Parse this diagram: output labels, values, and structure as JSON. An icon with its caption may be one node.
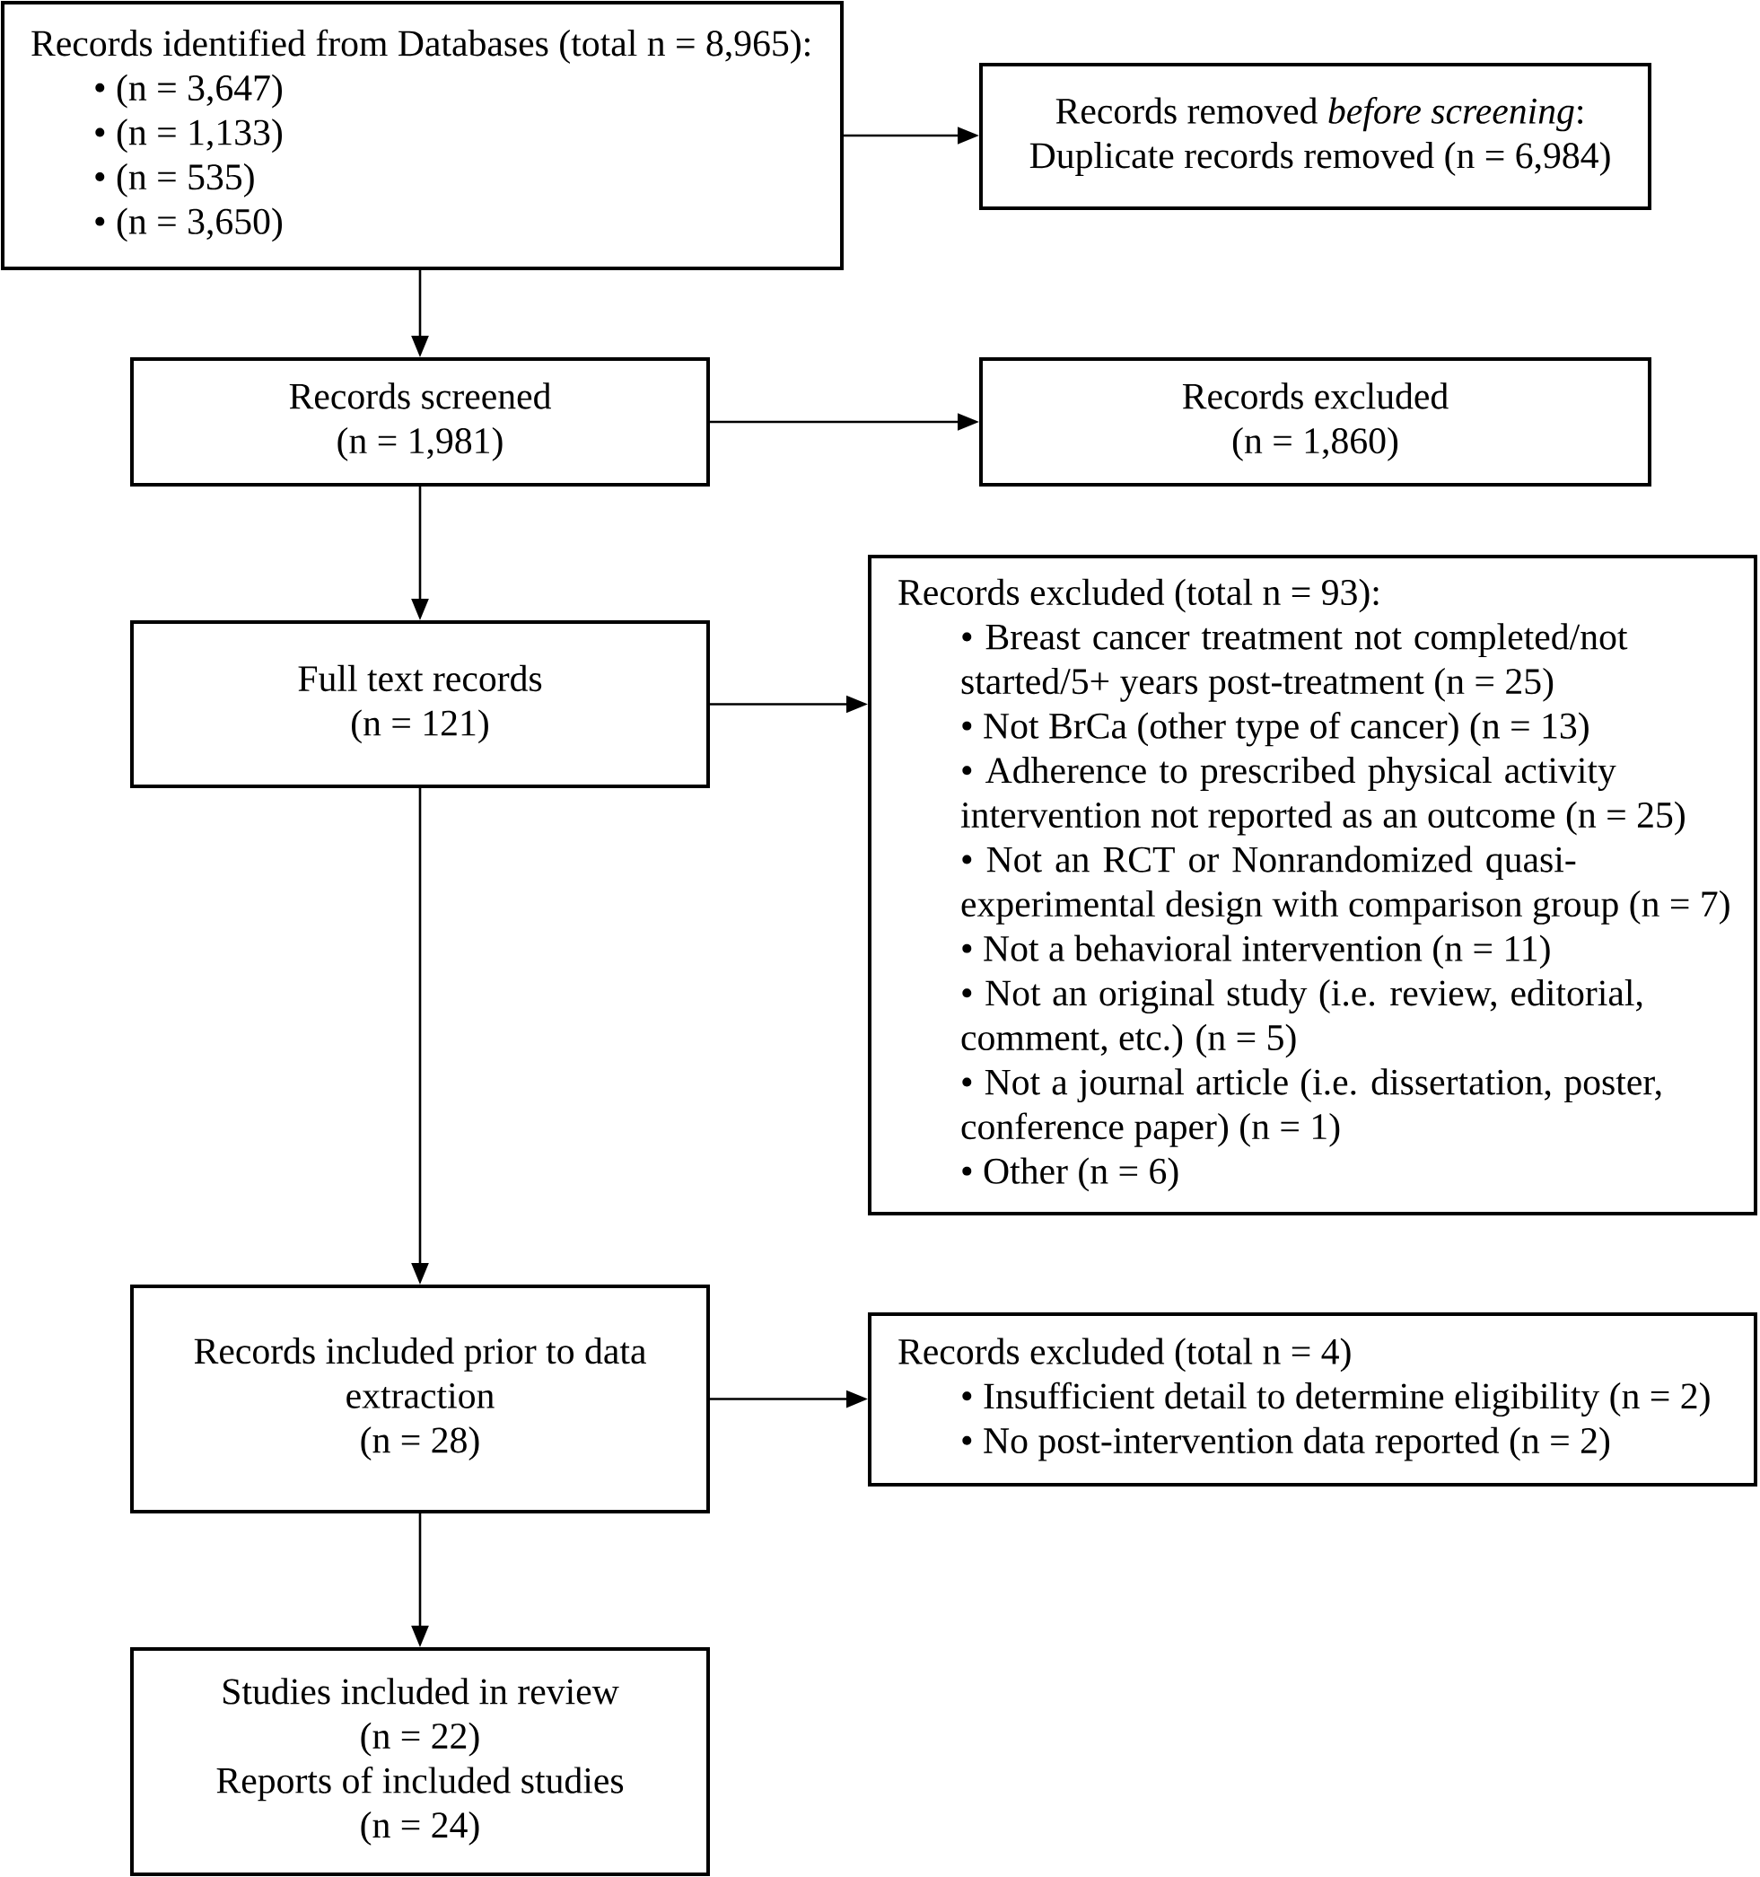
{
  "diagram": {
    "nodes": [
      {
        "text": [
          "Records identified from Databases (total n = 8,965):",
          "• (n = 3,647)",
          "• (n = 1,133)",
          "• (n = 535)",
          "• (n = 3,650)"
        ]
      },
      {
        "text": [
          "Records removed *before screening*:",
          "Duplicate records removed (n = 6,984)"
        ]
      },
      {
        "text": [
          "Records screened",
          "(n = 1,981)"
        ]
      },
      {
        "text": [
          "Records excluded",
          "(n = 1,860)"
        ]
      },
      {
        "text": [
          "Full text records",
          "(n = 121)"
        ]
      },
      {
        "text": [
          "Records excluded (total n = 93):",
          "• Breast cancer treatment not completed/not started/5+ years post-treatment (n = 25)",
          "• Not BrCa (other type of cancer) (n = 13)",
          "• Adherence to prescribed physical activity intervention not reported as an outcome (n = 25)",
          "• Not an RCT or Nonrandomized quasi-experimental design with comparison group (n = 7)",
          "• Not a behavioral intervention (n = 11)",
          "• Not an original study (i.e. review, editorial, comment, etc.) (n = 5)",
          "• Not a journal article (i.e. dissertation, poster, conference paper) (n = 1)",
          "• Other (n = 6)"
        ]
      },
      {
        "text": [
          "Records included prior to data extraction",
          "(n = 28)"
        ]
      },
      {
        "text": [
          "Records excluded (total n = 4)",
          "• Insufficient detail to determine eligibility (n = 2)",
          "• No post-intervention data reported (n = 2)"
        ]
      },
      {
        "text": [
          "Studies included in review",
          "(n = 22)",
          "Reports of included studies",
          "(n = 24)"
        ]
      }
    ],
    "edges": [
      {
        "from": 0,
        "to": 1,
        "arrow": "to"
      },
      {
        "from": 0,
        "to": 2,
        "arrow": "to"
      },
      {
        "from": 2,
        "to": 3,
        "arrow": "to"
      },
      {
        "from": 2,
        "to": 4,
        "arrow": "to"
      },
      {
        "from": 4,
        "to": 5,
        "arrow": "to"
      },
      {
        "from": 4,
        "to": 6,
        "arrow": "to"
      },
      {
        "from": 6,
        "to": 7,
        "arrow": "to"
      },
      {
        "from": 6,
        "to": 8,
        "arrow": "to"
      }
    ]
  }
}
